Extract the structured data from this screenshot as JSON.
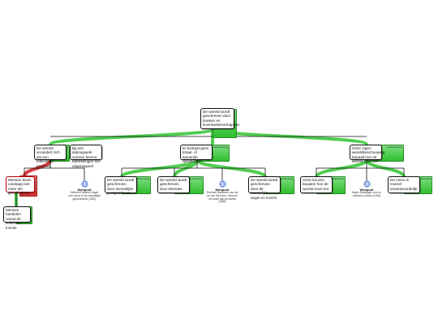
{
  "colors": {
    "support": "#3cc83c",
    "objection": "#d83a3a",
    "line": "#111111"
  },
  "icons": {
    "weblink": "globe-icon"
  },
  "nodes": {
    "root": {
      "text": "De wereld wordt geschreven door boeken en levenswetenschappen",
      "tab": "onderbouwing"
    },
    "a": {
      "text": "De wereld verandert zich als een individuele persoon",
      "tab": "onderbouwing"
    },
    "a2": {
      "text": "Bij een dialoogwerk vormen levens- betrekkingen het uitgangspunt"
    },
    "b": {
      "text": "Er bestaat geen totaal- of samende opvattingen",
      "tab": "onderbouwing"
    },
    "c": {
      "text": "Onze eigen wereldbeschouwing bepaalt hoe de wereld eruit ziet",
      "tab": "onderbouwing"
    },
    "a_obj": {
      "text": "Mensen leven vandaag niet meer als geschiedenis",
      "tab": "bezwaar"
    },
    "a_sup": {
      "text": "Mensen handelen vanuit de zuiverste functie",
      "tab": "onderbouwing"
    },
    "b1": {
      "text": "De wereld wordt geschreven door menselijke perspectieven",
      "tab": "onderbouwing"
    },
    "b2": {
      "text": "De wereld wordt geschreven door intenties",
      "tab": "onderbouwing"
    },
    "b3": {
      "text": "De wereld wordt geschreven door de menselijke angst en inzicht",
      "tab": "onderbouwing"
    },
    "c1": {
      "text": "Onze keuzes bepalen hoe de wereld eruit ziet",
      "tab": "onderbouwing"
    },
    "c2": {
      "text": "De mens is moreel verantwoordelijk",
      "tab": "onderbouwing"
    }
  },
  "weblinks": {
    "w1": {
      "title": "Webpunt",
      "caption": "Wilhelm Friedrich Hegel over mens en de menselijke geschiedenis (1822)"
    },
    "w2": {
      "title": "Webpunt",
      "caption": "Friedrich Nietzsche over de zin van het leven, mens en de kracht van de wereld (1883)"
    },
    "w3": {
      "title": "Webpunt",
      "caption": "Martin Heidegger over de vrijheid en keuze (1946)"
    }
  }
}
